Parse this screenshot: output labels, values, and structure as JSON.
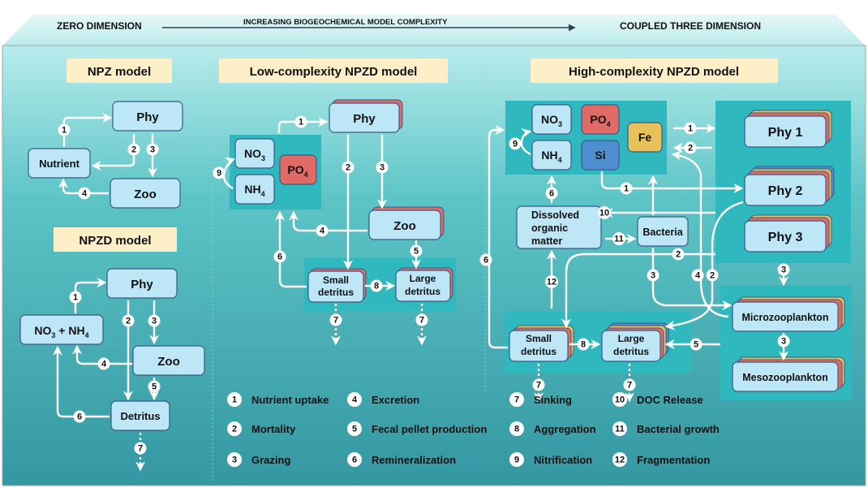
{
  "header": {
    "left_label": "ZERO DIMENSION",
    "center_label": "INCREASING BIOGEOCHEMICAL MODEL COMPLEXITY",
    "right_label": "COUPLED THREE DIMENSION"
  },
  "colors": {
    "title_bg": "#fdefc8",
    "box_fill": "#bde6f7",
    "box_border": "#3a5a86",
    "po4": "#e06a66",
    "si": "#4f8fcf",
    "fe": "#e7c15a",
    "panel_teal": "#2fb8bd",
    "arrow": "#ffffff"
  },
  "npz": {
    "title": "NPZ model",
    "phy": "Phy",
    "nutrient": "Nutrient",
    "zoo": "Zoo",
    "badges": [
      "1",
      "2",
      "3",
      "4"
    ]
  },
  "npzd": {
    "title": "NPZD model",
    "phy": "Phy",
    "nut_main": "NO",
    "nut_sub1": "3",
    "nut_mid": " + NH",
    "nut_sub2": "4",
    "zoo": "Zoo",
    "detritus": "Detritus",
    "badges": [
      "1",
      "2",
      "3",
      "4",
      "5",
      "6",
      "7"
    ]
  },
  "low": {
    "title": "Low-complexity NPZD model",
    "phy": "Phy",
    "no3": "NO",
    "no3_sub": "3",
    "nh4": "NH",
    "nh4_sub": "4",
    "po4": "PO",
    "po4_sub": "4",
    "zoo": "Zoo",
    "small_det_1": "Small",
    "small_det_2": "detritus",
    "large_det_1": "Large",
    "large_det_2": "detritus",
    "badges": [
      "1",
      "2",
      "3",
      "4",
      "5",
      "6",
      "7",
      "7",
      "8",
      "9"
    ]
  },
  "high": {
    "title": "High-complexity NPZD model",
    "no3": "NO",
    "no3_sub": "3",
    "nh4": "NH",
    "nh4_sub": "4",
    "po4": "PO",
    "po4_sub": "4",
    "si": "Si",
    "fe": "Fe",
    "phy1": "Phy 1",
    "phy2": "Phy 2",
    "phy3": "Phy 3",
    "dom_1": "Dissolved",
    "dom_2": "organic",
    "dom_3": "matter",
    "bacteria": "Bacteria",
    "micro": "Microzooplankton",
    "meso": "Mesozooplankton",
    "small_det_1": "Small",
    "small_det_2": "detritus",
    "large_det_1": "Large",
    "large_det_2": "detritus",
    "badges": [
      "1",
      "2",
      "1",
      "6",
      "10",
      "11",
      "2",
      "12",
      "3",
      "4",
      "2",
      "3",
      "3",
      "5",
      "8",
      "6",
      "9",
      "7",
      "7"
    ]
  },
  "legend": [
    {
      "num": "1",
      "label": "Nutrient uptake"
    },
    {
      "num": "2",
      "label": "Mortality"
    },
    {
      "num": "3",
      "label": "Grazing"
    },
    {
      "num": "4",
      "label": "Excretion"
    },
    {
      "num": "5",
      "label": "Fecal pellet production"
    },
    {
      "num": "6",
      "label": "Remineralization"
    },
    {
      "num": "7",
      "label": "Sinking"
    },
    {
      "num": "8",
      "label": "Aggregation"
    },
    {
      "num": "9",
      "label": "Nitrification"
    },
    {
      "num": "10",
      "label": "DOC Release"
    },
    {
      "num": "11",
      "label": "Bacterial growth"
    },
    {
      "num": "12",
      "label": "Fragmentation"
    }
  ]
}
